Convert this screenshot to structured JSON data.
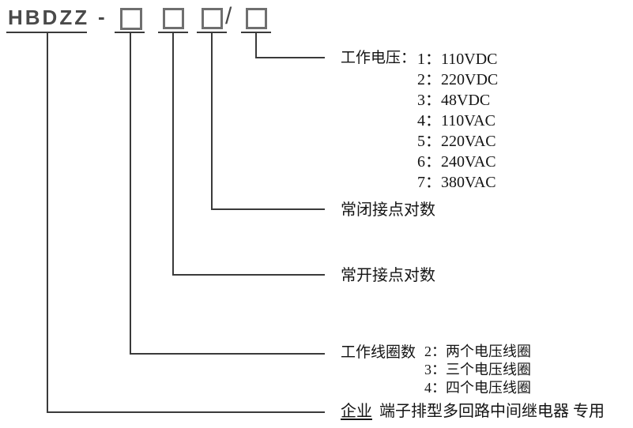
{
  "diagram": {
    "model_prefix": "HBDZZ",
    "separator": "-",
    "slash": "/"
  },
  "voltage": {
    "label": "工作电压：",
    "options": [
      "1：110VDC",
      "2：220VDC",
      "3：48VDC",
      "4：110VAC",
      "5：220VAC",
      "6：240VAC",
      "7：380VAC"
    ]
  },
  "nc_contacts": {
    "label": "常闭接点对数"
  },
  "no_contacts": {
    "label": "常开接点对数"
  },
  "coils": {
    "label": "工作线圈数",
    "options": [
      "2：两个电压线圈",
      "3：三个电压线圈",
      "4：四个电压线圈"
    ]
  },
  "base": {
    "underlined": "企业",
    "rest": "端子排型多回路中间继电器 专用"
  },
  "colors": {
    "line": "#3a3a3a",
    "box_border": "#6f6f6f",
    "text": "#141414",
    "model_text": "#4a4a4a"
  }
}
